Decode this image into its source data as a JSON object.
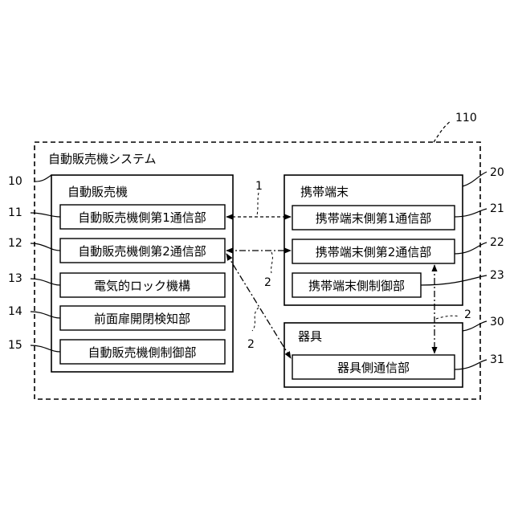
{
  "system": {
    "label": "自動販売機システム",
    "ref": "110"
  },
  "vending_machine": {
    "title": "自動販売機",
    "ref": "10",
    "units": [
      {
        "label": "自動販売機側第1通信部",
        "ref": "11"
      },
      {
        "label": "自動販売機側第2通信部",
        "ref": "12"
      },
      {
        "label": "電気的ロック機構",
        "ref": "13"
      },
      {
        "label": "前面扉開閉検知部",
        "ref": "14"
      },
      {
        "label": "自動販売機側制御部",
        "ref": "15"
      }
    ]
  },
  "mobile_terminal": {
    "title": "携帯端末",
    "ref": "20",
    "units": [
      {
        "label": "携帯端末側第1通信部",
        "ref": "21"
      },
      {
        "label": "携帯端末側第2通信部",
        "ref": "22"
      },
      {
        "label": "携帯端末側制御部",
        "ref": "23"
      }
    ]
  },
  "appliance": {
    "title": "器具",
    "ref": "30",
    "units": [
      {
        "label": "器具側通信部",
        "ref": "31"
      }
    ]
  },
  "links": {
    "first_comm": "1",
    "second_comm_vm_mobile": "2",
    "second_comm_vm_appliance": "2",
    "second_comm_mobile_appliance": "2"
  }
}
